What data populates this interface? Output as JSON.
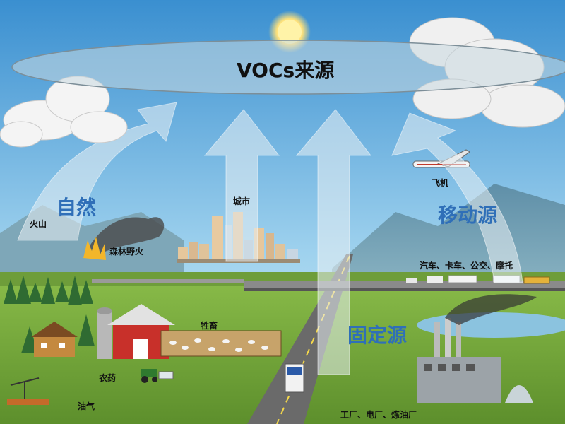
{
  "title": "VOCs来源",
  "categories": {
    "natural": "自然",
    "mobile": "移动源",
    "stationary": "固定源"
  },
  "labels": {
    "city": "城市",
    "airplane": "飞机",
    "volcano": "火山",
    "forest_fire": "森林野火",
    "vehicles": "汽车、卡车、公交、摩托",
    "livestock": "牲畜",
    "pesticide": "农药",
    "oil_gas": "油气",
    "industry": "工厂、电厂、炼油厂"
  },
  "colors": {
    "sky_top": "#3a8fd0",
    "sky_bottom": "#bfe3f3",
    "category_text": "#2f6fb8",
    "grass": "#7aa83e",
    "barn": "#c8302a"
  }
}
